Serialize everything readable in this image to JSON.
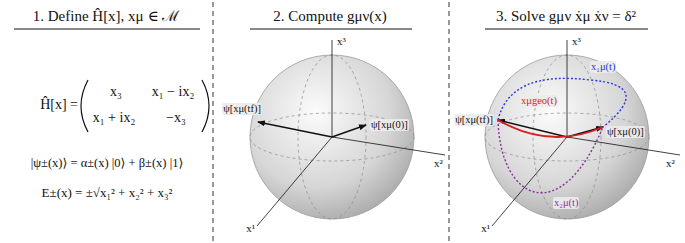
{
  "diagram": {
    "labels": [
      "1. Define Ĥ[x], xμ ∈ ℳ",
      "Ĥ[x] =",
      "x₃",
      "x₁ − ix₂",
      "x₁ + ix₂",
      "−x₃",
      "|ψ±(x)⟩ = α±(x) |0⟩ + β±(x) |1⟩",
      "E±(x) = ±√x₁² + x₂² + x₃²",
      "2. Compute gμν(x)",
      "x³",
      "ψ[xμ(tf)]",
      "ψ[xμ(0)]",
      "x²",
      "x¹",
      "3. Solve gμν ẋμ ẋν = δ²",
      "x³",
      "x₁μ(t)",
      "ψ[xμ(tf)]",
      "xμgeo(t)",
      "ψ[xμ(0)]",
      "x²",
      "x¹",
      "x₂μ(t)"
    ]
  }
}
